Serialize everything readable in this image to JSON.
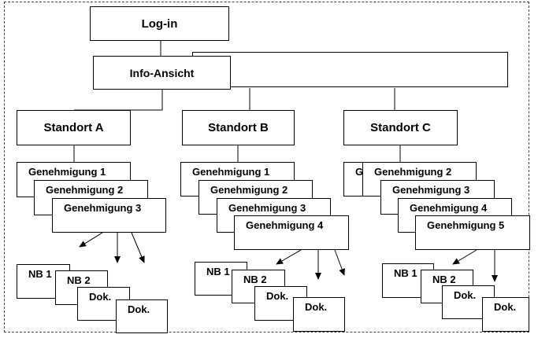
{
  "login": "Log-in",
  "info": "Info-Ansicht",
  "standorte": {
    "a": {
      "title": "Standort A",
      "genehmigungen": [
        "Genehmigung 1",
        "Genehmigung 2",
        "Genehmigung 3"
      ],
      "docs": [
        "NB 1",
        "NB 2",
        "Dok.",
        "Dok."
      ]
    },
    "b": {
      "title": "Standort B",
      "genehmigungen": [
        "Genehmigung 1",
        "Genehmigung 2",
        "Genehmigung 3",
        "Genehmigung 4"
      ],
      "docs": [
        "NB 1",
        "NB 2",
        "Dok.",
        "Dok."
      ]
    },
    "c": {
      "title": "Standort C",
      "genehmigungen": [
        "G",
        "Genehmigung 2",
        "Genehmigung 3",
        "Genehmigung 4",
        "Genehmigung 5"
      ],
      "docs": [
        "NB 1",
        "NB 2",
        "Dok.",
        "Dok."
      ]
    }
  }
}
